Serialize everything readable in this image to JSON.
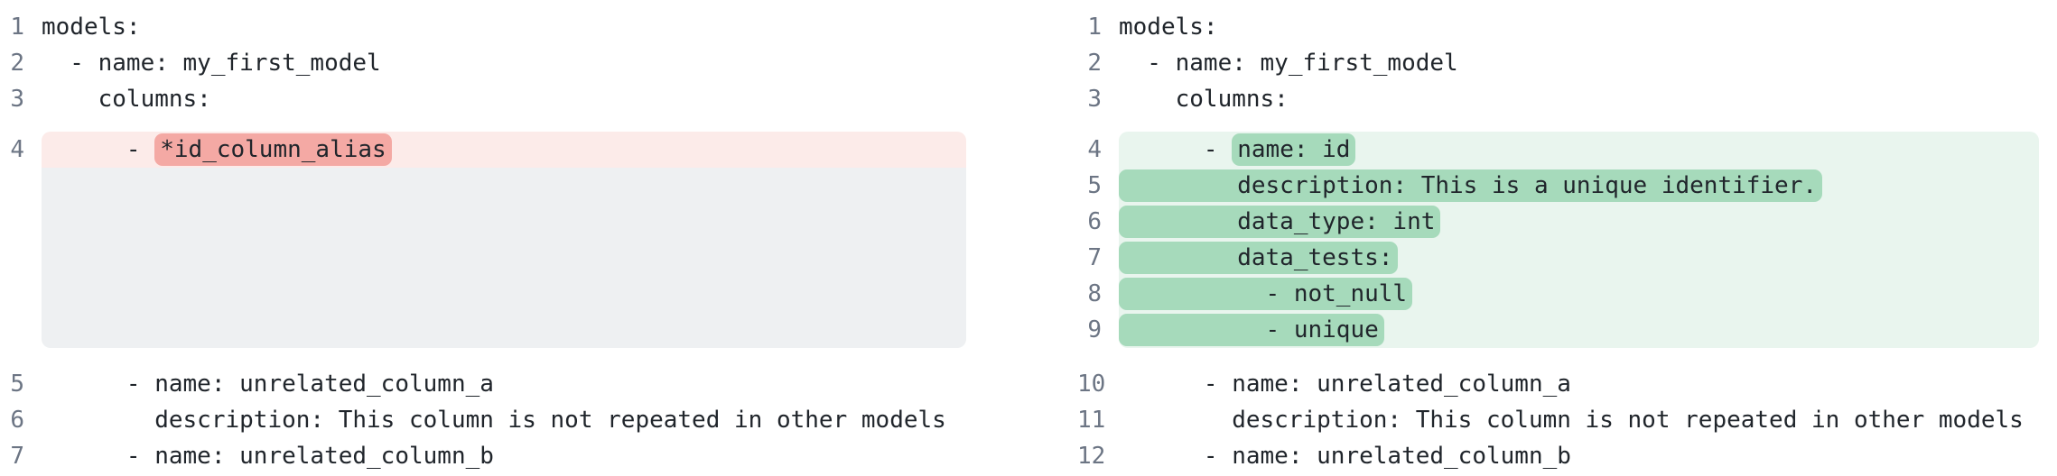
{
  "meta": {
    "view": "yaml-diff-side-by-side",
    "colors": {
      "removed_line_bg": "#fcebe9",
      "removed_token_bg": "#f4a9a4",
      "added_line_bg": "#e9f5ee",
      "added_token_bg": "#a6dabb",
      "collapsed_region_bg": "#eef0f2",
      "code_text": "#20252b",
      "line_number_text": "#6c7584"
    }
  },
  "left_panel": {
    "lines_before": [
      {
        "num": "1",
        "text": "models:"
      },
      {
        "num": "2",
        "text": "  - name: my_first_model"
      },
      {
        "num": "3",
        "text": "    columns:"
      }
    ],
    "removed_line": {
      "num": "4",
      "prefix": "      - ",
      "token": "*id_column_alias"
    },
    "lines_after": [
      {
        "num": "5",
        "text": "      - name: unrelated_column_a"
      },
      {
        "num": "6",
        "text": "        description: This column is not repeated in other models"
      },
      {
        "num": "7",
        "text": "      - name: unrelated_column_b"
      }
    ]
  },
  "right_panel": {
    "lines_before": [
      {
        "num": "1",
        "text": "models:"
      },
      {
        "num": "2",
        "text": "  - name: my_first_model"
      },
      {
        "num": "3",
        "text": "    columns:"
      }
    ],
    "added_lines": [
      {
        "num": "4",
        "prefix": "      - ",
        "token": "name: id"
      },
      {
        "num": "5",
        "prefix": "",
        "token": "        description: This is a unique identifier."
      },
      {
        "num": "6",
        "prefix": "",
        "token": "        data_type: int"
      },
      {
        "num": "7",
        "prefix": "",
        "token": "        data_tests:"
      },
      {
        "num": "8",
        "prefix": "",
        "token": "          - not_null"
      },
      {
        "num": "9",
        "prefix": "",
        "token": "          - unique"
      }
    ],
    "lines_after": [
      {
        "num": "10",
        "text": "      - name: unrelated_column_a"
      },
      {
        "num": "11",
        "text": "        description: This column is not repeated in other models"
      },
      {
        "num": "12",
        "text": "      - name: unrelated_column_b"
      }
    ]
  }
}
